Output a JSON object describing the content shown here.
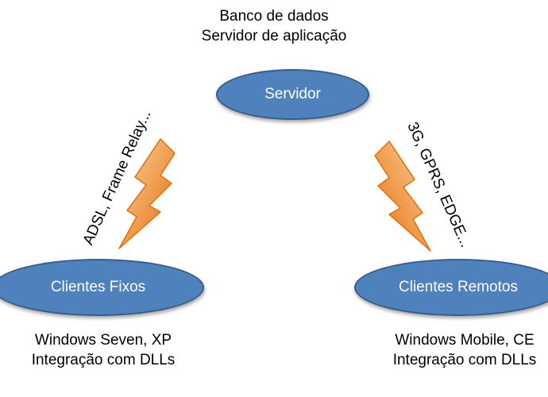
{
  "server": {
    "caption_lines": [
      "Banco de dados",
      "Servidor de aplicação"
    ],
    "label": "Servidor"
  },
  "fixed_clients": {
    "label": "Clientes Fixos",
    "caption_lines": [
      "Windows Seven, XP",
      "Integração com DLLs"
    ],
    "link_label": "ADSL, Frame Relay..."
  },
  "remote_clients": {
    "label": "Clientes Remotos",
    "caption_lines": [
      "Windows Mobile, CE",
      "Integração com DLLs"
    ],
    "link_label": "3G, GPRS, EDGE..."
  },
  "colors": {
    "node_fill": "#4f81bd",
    "node_border": "#385d8a",
    "bolt_light": "#fcd5a0",
    "bolt_dark": "#e46c0a"
  },
  "icons": {
    "link_symbol": "lightning-bolt-icon"
  }
}
